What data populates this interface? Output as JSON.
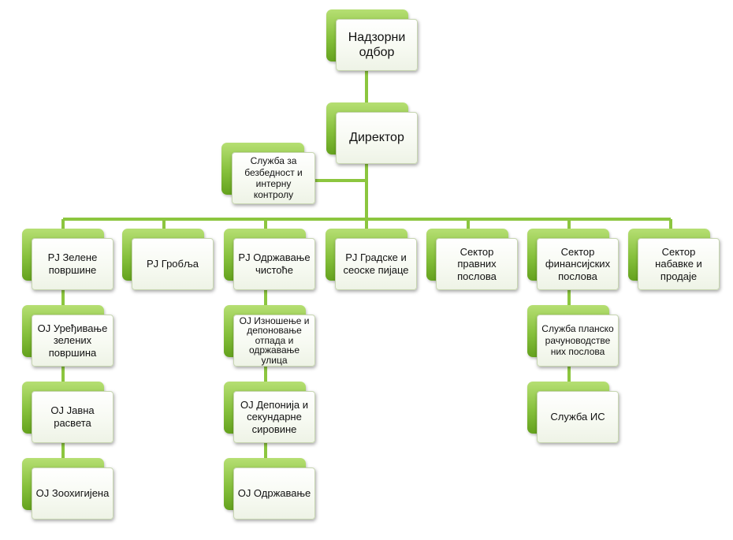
{
  "top": {
    "board": "Надзорни одбор",
    "director": "Директор",
    "security": "Служба за безбедност и интерну контролу"
  },
  "units": [
    {
      "label": "PJ Зелене површине"
    },
    {
      "label": "PJ Гробља"
    },
    {
      "label": "PJ Одржавање чистоће"
    },
    {
      "label": "PJ Градске и сеоске пијаце"
    },
    {
      "label": "Сектор правних послова"
    },
    {
      "label": "Сектор финансијских послова"
    },
    {
      "label": "Сектор набавке и продаје"
    }
  ],
  "sub": {
    "green": [
      {
        "label": "OJ Уређивање зелених површина"
      },
      {
        "label": "OJ Јавна расвета"
      },
      {
        "label": "OJ Зоохигијена"
      }
    ],
    "cleaning": [
      {
        "label": "OJ Изношење и депоновање отпада и одржавање улица"
      },
      {
        "label": "OJ Депонија и секундарне сировине"
      },
      {
        "label": "OJ Одржавање"
      }
    ],
    "finance": [
      {
        "label": "Служба планско рачуноводстве них послова"
      },
      {
        "label": "Служба ИС"
      }
    ]
  },
  "colors": {
    "accent_green": "#86c03c",
    "connector": "#8cc63f"
  }
}
